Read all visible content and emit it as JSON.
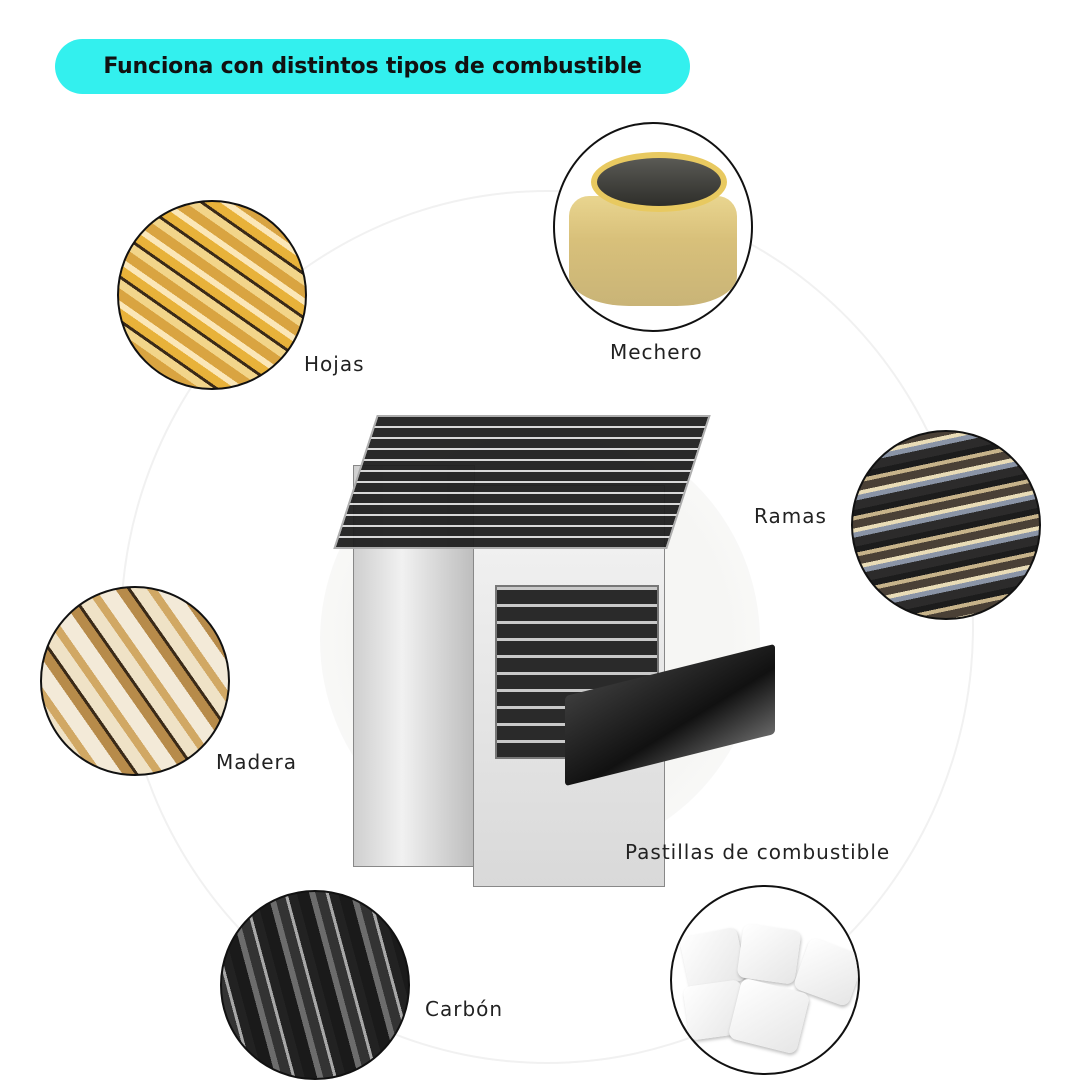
{
  "header": {
    "title": "Funciona con distintos tipos de combustible",
    "accent_color": "#33f0ee"
  },
  "product": {
    "name": "portable-folding-stove",
    "image": "stainless-steel-stove-with-grill"
  },
  "fuels": [
    {
      "label": "Hojas",
      "image": "dry-leaves"
    },
    {
      "label": "Mechero",
      "image": "brass-alcohol-burner"
    },
    {
      "label": "Ramas",
      "image": "branches"
    },
    {
      "label": "Madera",
      "image": "split-wood"
    },
    {
      "label": "Pastillas de combustible",
      "image": "fuel-tablets"
    },
    {
      "label": "Carbón",
      "image": "charcoal"
    }
  ]
}
